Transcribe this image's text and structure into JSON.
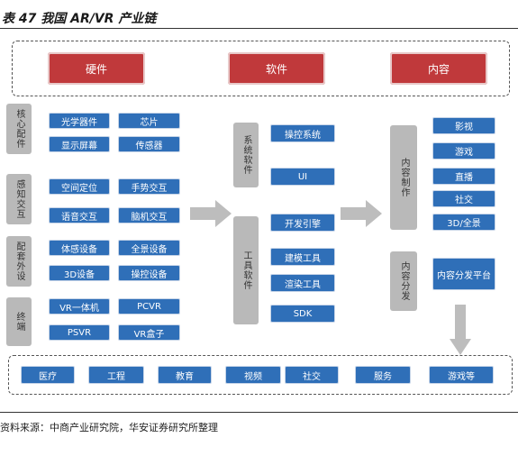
{
  "title": "表 47 我国 AR/VR 产业链",
  "source": "资料来源：中商产业研究院，华安证券研究所整理",
  "colors": {
    "red": "#c0393b",
    "blue": "#2f6fb8",
    "gray": "#b9b9b9",
    "arrow": "#bdbdbd"
  },
  "top_categories": [
    "硬件",
    "软件",
    "内容"
  ],
  "hardware": {
    "groups": [
      {
        "label": "核心配件",
        "items": [
          "光学器件",
          "芯片",
          "显示屏幕",
          "传感器"
        ]
      },
      {
        "label": "感知交互",
        "items": [
          "空间定位",
          "手势交互",
          "语音交互",
          "脑机交互"
        ]
      },
      {
        "label": "配套外设",
        "items": [
          "体感设备",
          "全景设备",
          "3D设备",
          "操控设备"
        ]
      },
      {
        "label": "终端",
        "items": [
          "VR一体机",
          "PCVR",
          "PSVR",
          "VR盒子"
        ]
      }
    ]
  },
  "software": {
    "groups": [
      {
        "label": "系统软件",
        "items": [
          "操控系统",
          "UI"
        ]
      },
      {
        "label": "工具软件",
        "items": [
          "开发引擎",
          "建模工具",
          "渲染工具",
          "SDK"
        ]
      }
    ]
  },
  "content": {
    "groups": [
      {
        "label": "内容制作",
        "items": [
          "影视",
          "游戏",
          "直播",
          "社交",
          "3D/全景"
        ]
      },
      {
        "label": "内容分发",
        "items": [
          "内容分发平台"
        ]
      }
    ]
  },
  "applications": [
    "医疗",
    "工程",
    "教育",
    "视频",
    "社交",
    "服务",
    "游戏等"
  ]
}
